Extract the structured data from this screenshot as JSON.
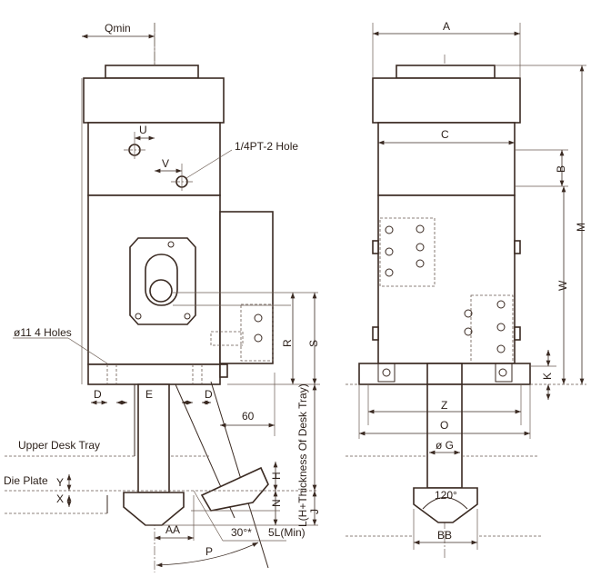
{
  "left_view": {
    "qmin": "Qmin",
    "u": "U",
    "v": "V",
    "hole_note": "1/4PT-2 Hole",
    "mount_holes": "ø11 4 Holes",
    "d_left": "D",
    "e": "E",
    "d_right": "D",
    "sixty": "60",
    "r": "R",
    "s": "S",
    "l_note": "L(H+Thickness Of Desk Tray)",
    "upper_desk_tray": "Upper Desk Tray",
    "die_plate": "Die Plate",
    "y": "Y",
    "x": "X",
    "h": "H",
    "n": "N",
    "j": "J",
    "aa": "AA",
    "angle": "30°*",
    "min_note": "5L(Min)",
    "p": "P"
  },
  "right_view": {
    "a": "A",
    "c": "C",
    "b": "B",
    "m": "M",
    "w": "W",
    "k": "K",
    "z": "Z",
    "o": "O",
    "g": "ø G",
    "angle": "120°",
    "bb": "BB"
  }
}
